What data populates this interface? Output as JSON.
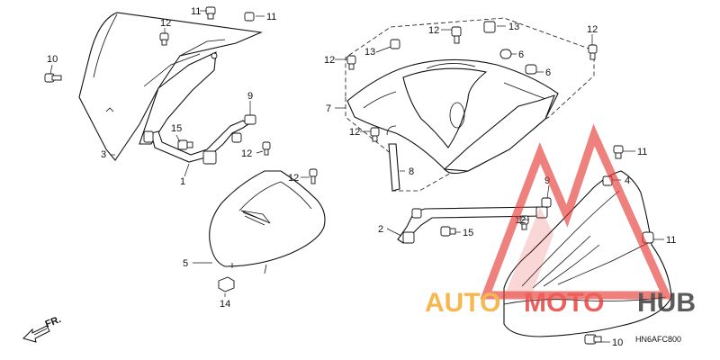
{
  "diagram": {
    "callouts": [
      "1",
      "2",
      "3",
      "4",
      "5",
      "6",
      "7",
      "8",
      "9",
      "10",
      "11",
      "12",
      "13",
      "14",
      "15"
    ],
    "direction_label": "FR.",
    "drawing_code": "HN6AFC800"
  },
  "watermark": {
    "text_part1": "AUTO",
    "text_part2": "MOTO",
    "text_part3": "HUB",
    "colors": {
      "orange": "#f5a623",
      "red": "#e53935",
      "dark": "#333333"
    }
  }
}
